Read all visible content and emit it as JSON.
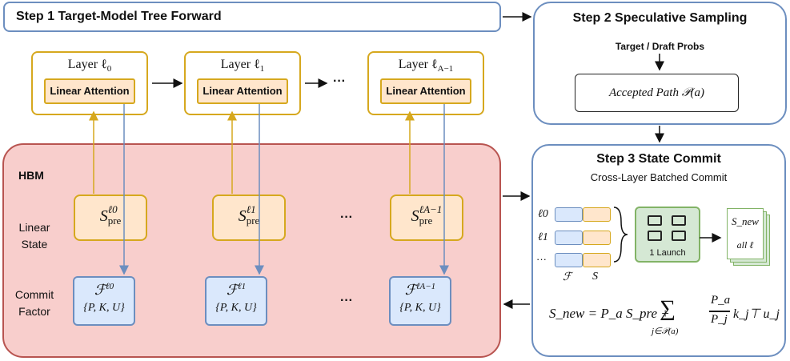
{
  "step1": {
    "title": "Step 1 Target-Model Tree Forward"
  },
  "step2": {
    "title": "Step 2 Speculative Sampling",
    "probs_label": "Target / Draft Probs",
    "accepted_path": "Accepted Path 𝒫(a)"
  },
  "layers": [
    {
      "name": "Layer ℓ",
      "sub": "0",
      "attention": "Linear Attention"
    },
    {
      "name": "Layer ℓ",
      "sub": "1",
      "attention": "Linear Attention"
    },
    {
      "name": "Layer ℓ",
      "sub": "A−1",
      "attention": "Linear Attention"
    }
  ],
  "layer_ellipsis": "···",
  "hbm": {
    "label": "HBM",
    "row_state": "Linear State",
    "row_factor": "Commit Factor",
    "ellipsis": "···",
    "states": [
      {
        "base": "S",
        "sup": "ℓ0",
        "sub": "pre"
      },
      {
        "base": "S",
        "sup": "ℓ1",
        "sub": "pre"
      },
      {
        "base": "S",
        "sup": "ℓA−1",
        "sub": "pre"
      }
    ],
    "factors": [
      {
        "base": "ℱ",
        "sup": "ℓ0",
        "set": "{P, K, U}"
      },
      {
        "base": "ℱ",
        "sup": "ℓ1",
        "set": "{P, K, U}"
      },
      {
        "base": "ℱ",
        "sup": "ℓA−1",
        "set": "{P, K, U}"
      }
    ]
  },
  "step3": {
    "title": "Step 3 State Commit",
    "subtitle": "Cross-Layer Batched Commit",
    "row_labels": [
      "ℓ0",
      "ℓ1",
      "···"
    ],
    "col_f": "ℱ",
    "col_s": "S",
    "launch_label": "1 Launch",
    "snew_label": "S_new",
    "all_label": "all ℓ",
    "formula": {
      "lhs": "S_new = P_a S_pre +",
      "sum_under": "j∈𝒫(a)",
      "frac_num": "P_a",
      "frac_den": "P_j",
      "tail": "k_j⊤ u_j"
    }
  },
  "colors": {
    "blue": "#6c8ebf",
    "orange": "#d6a81e",
    "red": "#b85450",
    "green": "#82b366"
  }
}
